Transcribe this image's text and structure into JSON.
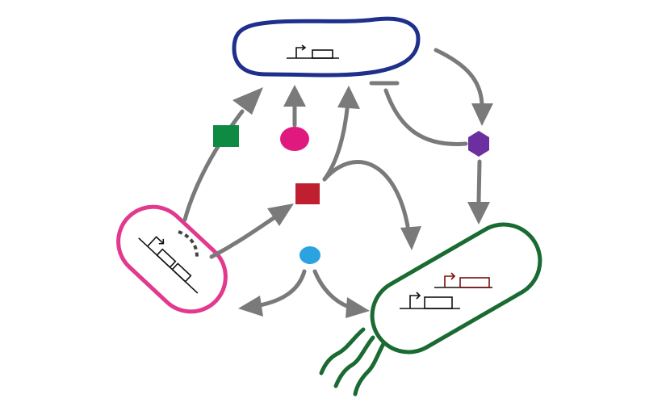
{
  "colors": {
    "arrow": "#7a7a7a",
    "cell_blue": "#1f2f8c",
    "cell_pink": "#e2388e",
    "cell_green": "#1a6b32",
    "green_square": "#0f8a43",
    "pink_oval": "#e0197f",
    "red_square": "#c01f2f",
    "purple_hexagon": "#6b2fa0",
    "blue_oval": "#2aa3e0",
    "gene_stroke": "#111111",
    "gene_dark_red": "#7a1010"
  },
  "nodes": {
    "top_cell": "bacterium-top-blue",
    "left_cell": "bacterium-left-pink",
    "right_cell": "bacterium-right-green-flagellated",
    "molecules": [
      "green-square",
      "pink-oval",
      "red-square",
      "purple-hexagon",
      "blue-oval"
    ]
  }
}
